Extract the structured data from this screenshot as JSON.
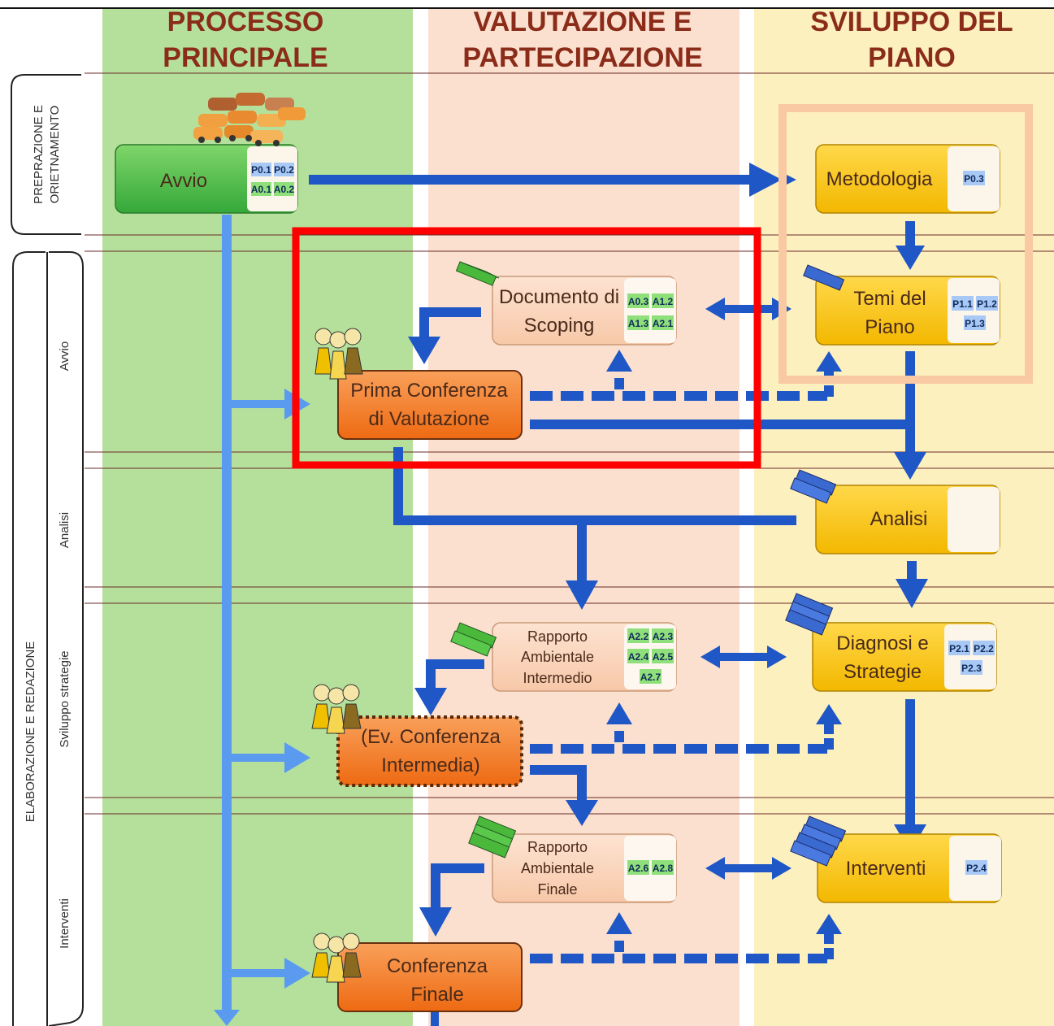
{
  "columns": {
    "processo": {
      "line1": "PROCESSO",
      "line2": "PRINCIPALE"
    },
    "valutazione": {
      "line1": "VALUTAZIONE E",
      "line2": "PARTECIPAZIONE"
    },
    "sviluppo": {
      "line1": "SVILUPPO DEL",
      "line2": "PIANO"
    }
  },
  "lanes": {
    "preparazione": {
      "line1": "PREPRAZIONE E",
      "line2": "ORIETNAMENTO"
    },
    "elaborazione": "ELABORAZIONE E REDAZIONE",
    "avvio": "Avvio",
    "analisi": "Analisi",
    "sviluppo_strategie": "Sviluppo strategie",
    "interventi": "Interventi"
  },
  "boxes": {
    "avvio": {
      "label": "Avvio",
      "codes": [
        "P0.1",
        "P0.2",
        "A0.1",
        "A0.2"
      ]
    },
    "metodologia": {
      "label": "Metodologia",
      "codes": [
        "P0.3"
      ]
    },
    "documento_scoping": {
      "line1": "Documento di",
      "line2": "Scoping",
      "codes": [
        "A0.3",
        "A1.2",
        "A1.3",
        "A2.1"
      ]
    },
    "temi_piano": {
      "line1": "Temi del",
      "line2": "Piano",
      "codes": [
        "P1.1",
        "P1.2",
        "P1.3"
      ]
    },
    "prima_conferenza": {
      "line1": "Prima Conferenza",
      "line2": "di Valutazione"
    },
    "analisi": {
      "label": "Analisi"
    },
    "rapporto_intermedio": {
      "line1": "Rapporto",
      "line2": "Ambientale",
      "line3": "Intermedio",
      "codes": [
        "A2.2",
        "A2.3",
        "A2.4",
        "A2.5",
        "A2.7"
      ]
    },
    "diagnosi": {
      "line1": "Diagnosi e",
      "line2": "Strategie",
      "codes": [
        "P2.1",
        "P2.2",
        "P2.3"
      ]
    },
    "ev_conferenza": {
      "line1": "(Ev. Conferenza",
      "line2": "Intermedia)"
    },
    "rapporto_finale": {
      "line1": "Rapporto",
      "line2": "Ambientale",
      "line3": "Finale",
      "codes": [
        "A2.6",
        "A2.8"
      ]
    },
    "interventi": {
      "label": "Interventi",
      "codes": [
        "P2.4"
      ]
    },
    "conferenza_finale": {
      "line1": "Conferenza",
      "line2": "Finale"
    }
  },
  "colors": {
    "green_band": "#b5e09b",
    "peach_band": "#fbe0cf",
    "yellow_band": "#fdf0bf",
    "arrow_blue": "#1f57c6",
    "arrow_light": "#5a9bf0",
    "orange_box": "#f47a20",
    "yellow_box": "#fcc200",
    "green_box": "#3fb94a",
    "highlight_red": "#ff0000",
    "highlight_peach": "#f9c9a3"
  }
}
